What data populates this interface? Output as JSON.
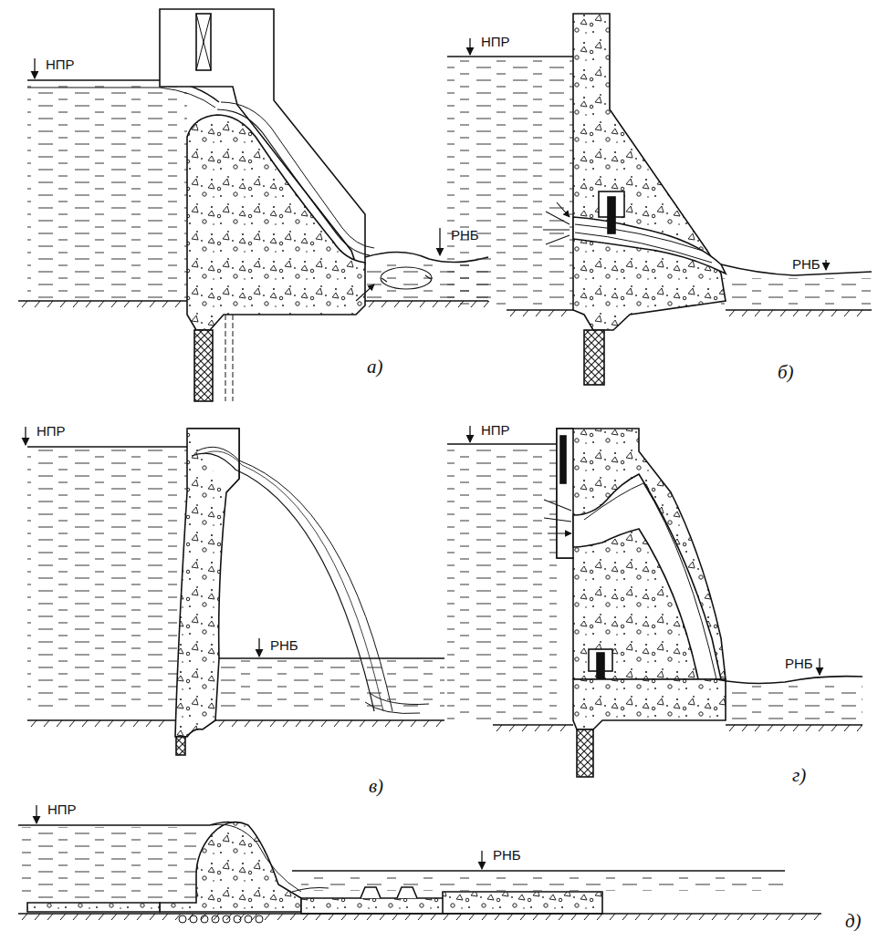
{
  "diagram": {
    "labels": [
      "НПР",
      "РНБ",
      "а)",
      "НПР",
      "РНБ",
      "б)",
      "НПР",
      "РНБ",
      "в)",
      "НПР",
      "РНБ",
      "г)",
      "НПР",
      "РНБ",
      "д)"
    ]
  }
}
